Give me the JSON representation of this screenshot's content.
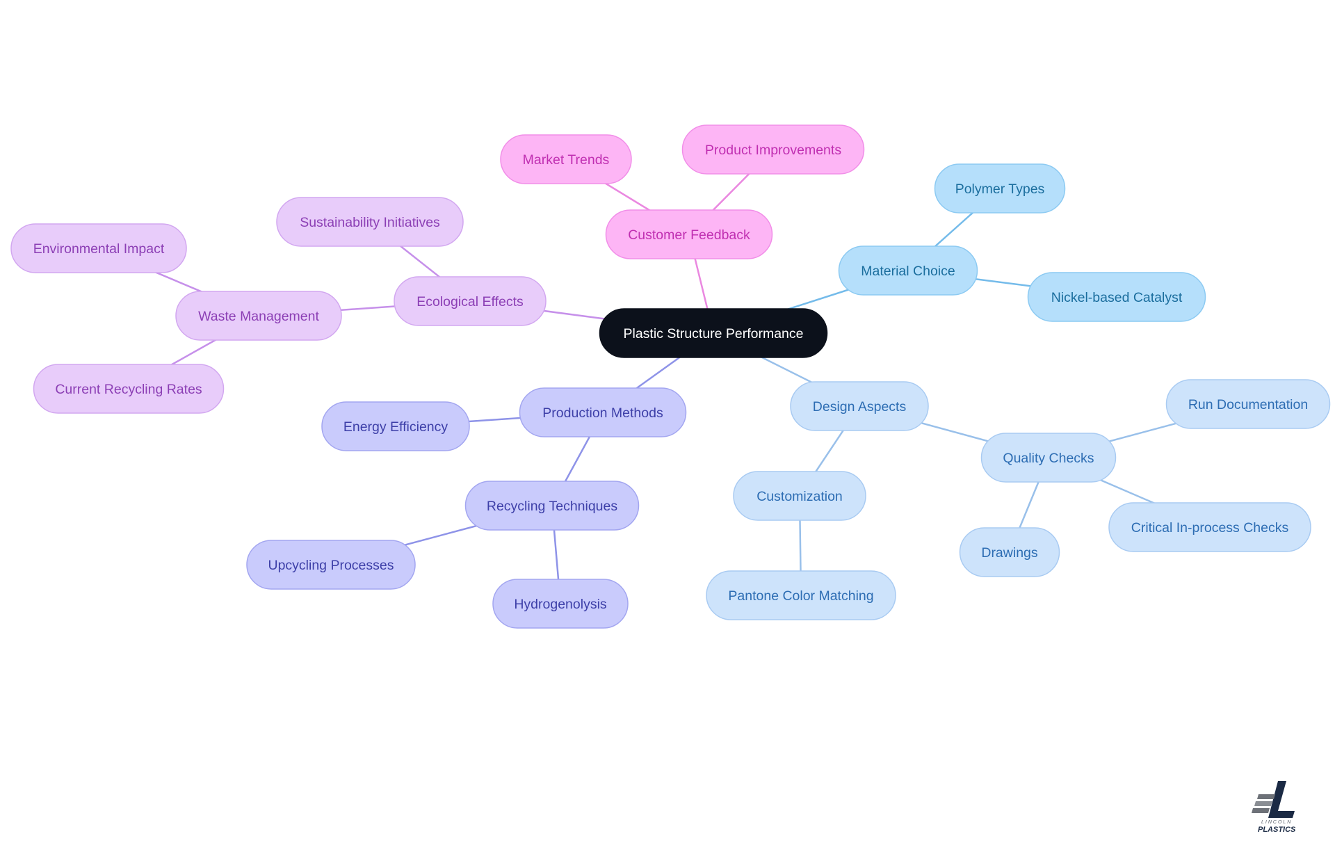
{
  "diagram": {
    "root": {
      "id": "root",
      "label": "Plastic Structure Performance"
    },
    "branches": [
      {
        "id": "material",
        "label": "Material Choice",
        "theme": "skyblue",
        "children": [
          {
            "id": "polymer",
            "label": "Polymer Types"
          },
          {
            "id": "nickel",
            "label": "Nickel-based Catalyst"
          }
        ]
      },
      {
        "id": "design",
        "label": "Design Aspects",
        "theme": "lightblue",
        "children": [
          {
            "id": "custom",
            "label": "Customization",
            "children": [
              {
                "id": "pantone",
                "label": "Pantone Color Matching"
              }
            ]
          },
          {
            "id": "quality",
            "label": "Quality Checks",
            "children": [
              {
                "id": "rundoc",
                "label": "Run Documentation"
              },
              {
                "id": "critical",
                "label": "Critical In-process Checks"
              },
              {
                "id": "drawings",
                "label": "Drawings"
              }
            ]
          }
        ]
      },
      {
        "id": "production",
        "label": "Production Methods",
        "theme": "indigo",
        "children": [
          {
            "id": "energy",
            "label": "Energy Efficiency"
          },
          {
            "id": "recycling",
            "label": "Recycling Techniques",
            "children": [
              {
                "id": "upcycling",
                "label": "Upcycling Processes"
              },
              {
                "id": "hydro",
                "label": "Hydrogenolysis"
              }
            ]
          }
        ]
      },
      {
        "id": "ecological",
        "label": "Ecological Effects",
        "theme": "lavender",
        "children": [
          {
            "id": "sustain",
            "label": "Sustainability Initiatives"
          },
          {
            "id": "waste",
            "label": "Waste Management",
            "children": [
              {
                "id": "envimpact",
                "label": "Environmental Impact"
              },
              {
                "id": "recrates",
                "label": "Current Recycling Rates"
              }
            ]
          }
        ]
      },
      {
        "id": "feedback",
        "label": "Customer Feedback",
        "theme": "pink",
        "children": [
          {
            "id": "market",
            "label": "Market Trends"
          },
          {
            "id": "improve",
            "label": "Product Improvements"
          }
        ]
      }
    ]
  },
  "themes": {
    "root": {
      "fill": "#0c111b",
      "stroke": "#0c111b",
      "text": "#ffffff",
      "line": "#0c111b"
    },
    "skyblue": {
      "fill": "#b5dffb",
      "stroke": "#8ccaf2",
      "text": "#1b6e9e",
      "line": "#74bbea"
    },
    "lightblue": {
      "fill": "#cde3fb",
      "stroke": "#a9cbf2",
      "text": "#2d6db3",
      "line": "#99c0ea"
    },
    "indigo": {
      "fill": "#c9cbfc",
      "stroke": "#a3a6f0",
      "text": "#3d3fa8",
      "line": "#8e93e8"
    },
    "lavender": {
      "fill": "#e8ccfa",
      "stroke": "#d2a7f0",
      "text": "#8c3fb5",
      "line": "#c690ea"
    },
    "pink": {
      "fill": "#fdb5f5",
      "stroke": "#f18ee8",
      "text": "#c02fb1",
      "line": "#ea88e0"
    }
  },
  "logo": {
    "line1": "LINCOLN",
    "line2": "PLASTICS"
  }
}
